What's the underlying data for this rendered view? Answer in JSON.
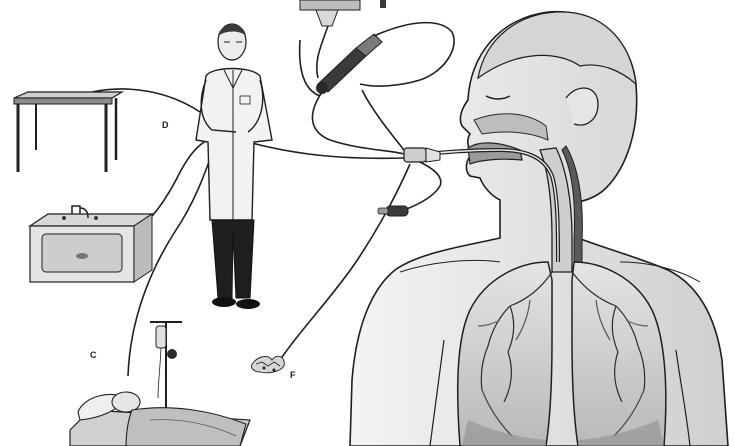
{
  "labels": {
    "d": "D",
    "c": "C",
    "f": "F"
  },
  "colors": {
    "ink": "#1f1f1f",
    "skin": "#e9e9e9",
    "shade": "#c9c9c9",
    "lung": "#d6d6d6",
    "dark": "#3a3a3a"
  },
  "icons": [
    "table-icon",
    "sink-icon",
    "physician-icon",
    "iv-stand-icon",
    "patient-bed-icon",
    "bronchoscope-icon",
    "head-profile-icon",
    "lungs-icon",
    "specimen-icon"
  ]
}
